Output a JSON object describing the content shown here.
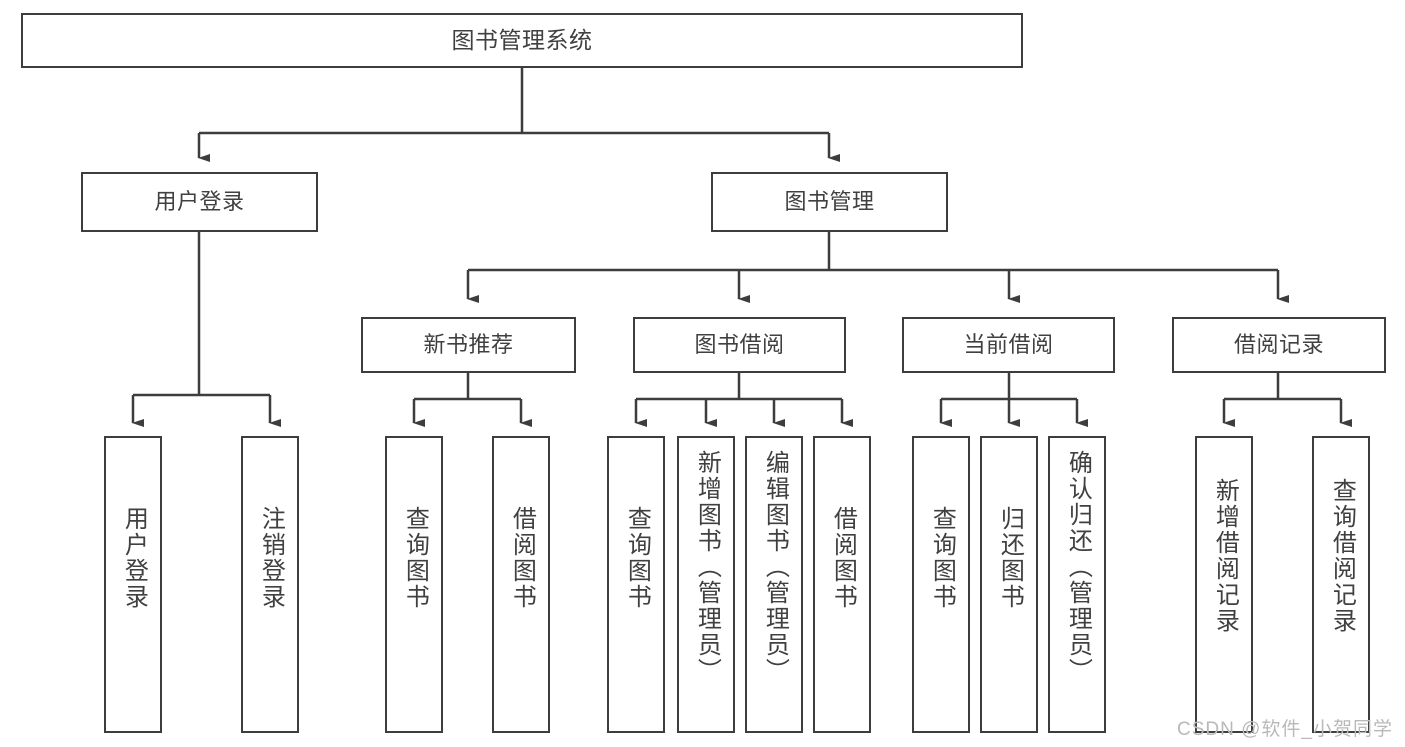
{
  "diagram": {
    "title": "图书管理系统",
    "type": "tree-hierarchy-chart",
    "watermark": "CSDN @软件_小贺同学",
    "colors": {
      "border": "#3d3d3d",
      "text": "#404040",
      "background": "#ffffff",
      "watermark": "#b9b9b9"
    },
    "root": {
      "label": "图书管理系统"
    },
    "level2": [
      {
        "label": "用户登录"
      },
      {
        "label": "图书管理"
      }
    ],
    "level3": [
      {
        "label": "新书推荐"
      },
      {
        "label": "图书借阅"
      },
      {
        "label": "当前借阅"
      },
      {
        "label": "借阅记录"
      }
    ],
    "leaves": {
      "user_login": [
        {
          "label": "用户登录"
        },
        {
          "label": "注销登录"
        }
      ],
      "new_book_recommend": [
        {
          "label": "查询图书"
        },
        {
          "label": "借阅图书"
        }
      ],
      "book_borrow": [
        {
          "label": "查询图书"
        },
        {
          "label": "新增图书（管理员）"
        },
        {
          "label": "编辑图书（管理员）"
        },
        {
          "label": "借阅图书"
        }
      ],
      "current_borrow": [
        {
          "label": "查询图书"
        },
        {
          "label": "归还图书"
        },
        {
          "label": "确认归还（管理员）"
        }
      ],
      "borrow_record": [
        {
          "label": "新增借阅记录"
        },
        {
          "label": "查询借阅记录"
        }
      ]
    }
  }
}
